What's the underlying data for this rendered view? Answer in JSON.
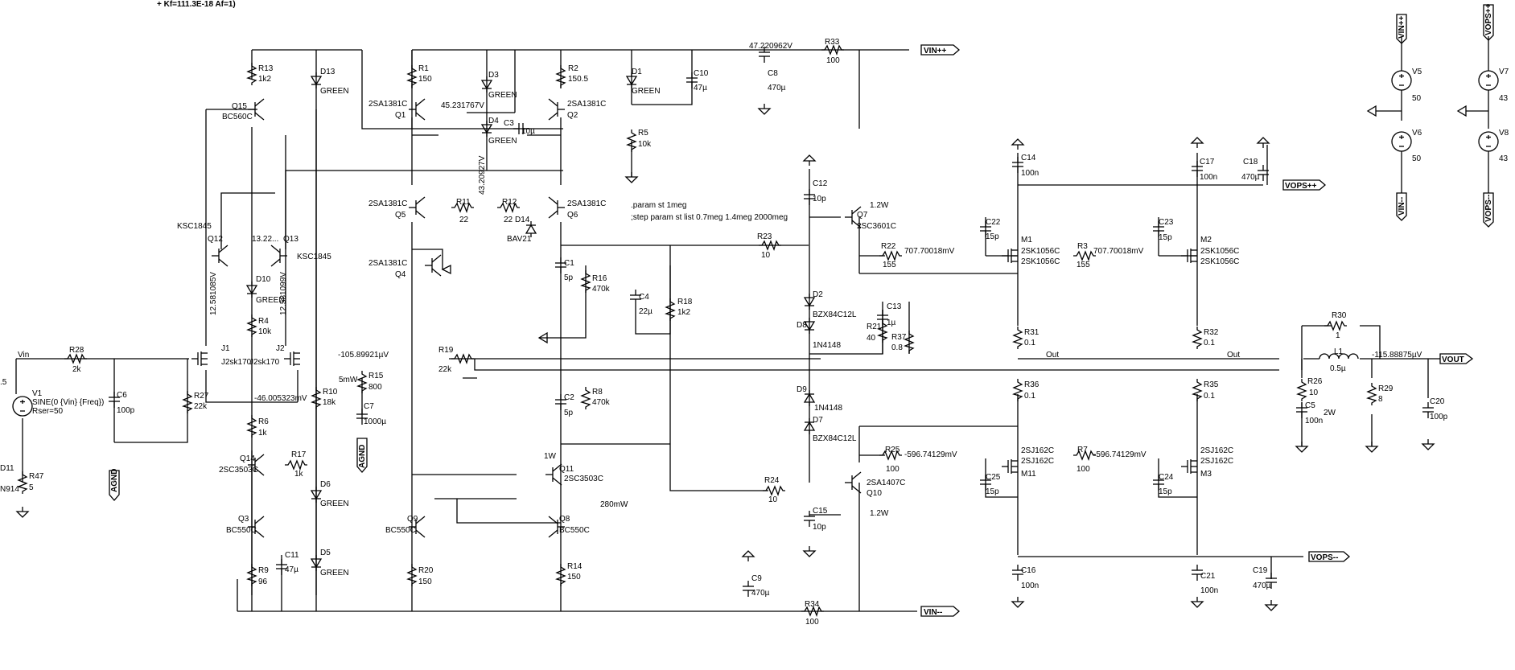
{
  "header": {
    "model_line": "+ Kf=111.3E-18 Af=1)"
  },
  "directives": [
    ".param st 1meg",
    ";step param st list 0.7meg  1.4meg 2000meg"
  ],
  "nets": {
    "vinpp": "VIN++",
    "vinmm": "VIN--",
    "vopspp": "VOPS++",
    "vopsmm": "VOPS--",
    "vout": "VOUT",
    "agnd": "AGND",
    "vin": "Vin",
    "out": "Out"
  },
  "probes": {
    "rail": "47.220962V",
    "q1node": "45.231767V",
    "q2node": "43.20927V",
    "m1gate": "707.70018mV",
    "m2gate": "707.70018mV",
    "m11gate": "-596.74129mV",
    "m3gate": "-596.74129mV",
    "input": "-105.89921µV",
    "output": "-115.88875µV",
    "j1": "12.581085V",
    "j2": "12.581099V",
    "q13": "13.22...",
    "src": "-46.005323mV",
    "pwr5mw": "5mW",
    "pwr1w": "1W",
    "pwr280": "280mW",
    "pwrq7": "1.2W",
    "pwrq10": "1.2W",
    "pwrr26": "2W"
  },
  "sources": {
    "v1": "V1",
    "v1_expr": "SINE(0 {Vin} {Freq})",
    "v1_rser": "Rser=50",
    "v5": "V5",
    "v5v": "50",
    "v6": "V6",
    "v6v": "50",
    "v7": "V7",
    "v7v": "43",
    "v8": "V8",
    "v8v": "43",
    "edge_left": ".5",
    "edge_d11": "D11",
    "edge_n914": "N914"
  },
  "components": {
    "r13": "R13",
    "r13v": "1k2",
    "d13": "D13",
    "d13v": "GREEN",
    "q15": "Q15",
    "q15v": "BC560C",
    "r1": "R1",
    "r1v": "150",
    "q1": "Q1",
    "q1v": "2SA1381C",
    "d3": "D3",
    "d3v": "GREEN",
    "d4": "D4",
    "d4v": "GREEN",
    "c3": "C3",
    "c3v": "10µ",
    "r2": "R2",
    "r2v": "150.5",
    "q2": "Q2",
    "q2v": "2SA1381C",
    "d1": "D1",
    "d1v": "GREEN",
    "c10": "C10",
    "c10v": "47µ",
    "r5": "R5",
    "r5v": "10k",
    "c8": "C8",
    "c8v": "470µ",
    "r33": "R33",
    "r33v": "100",
    "q5": "Q5",
    "q5v": "2SA1381C",
    "r11": "R11",
    "r11v": "22",
    "r12": "R12",
    "r12v": "22",
    "d14": "D14",
    "d14v": "BAV21",
    "q6": "Q6",
    "q6v": "2SA1381C",
    "q4": "Q4",
    "q4v": "2SA1381C",
    "q12": "Q12",
    "q12v": "KSC1845",
    "q13n": "Q13",
    "q13v": "KSC1845",
    "d10": "D10",
    "d10v": "GREEN",
    "r4": "R4",
    "r4v": "10k",
    "j1": "J1",
    "j1v": "J2sk170",
    "j2": "J2",
    "j2v": "J2sk170",
    "r28": "R28",
    "r28v": "2k",
    "c6": "C6",
    "c6v": "100p",
    "r27": "R27",
    "r27v": "22k",
    "r47": "R47",
    "r47v": "5",
    "r6": "R6",
    "r6v": "1k",
    "r15": "R15",
    "r15v": "800",
    "c7": "C7",
    "c7v": "1000µ",
    "r10": "R10",
    "r10v": "18k",
    "r19": "R19",
    "r19v": "22k",
    "c1": "C1",
    "c1v": "5p",
    "r16": "R16",
    "r16v": "470k",
    "c4": "C4",
    "c4v": "22µ",
    "r18": "R18",
    "r18v": "1k2",
    "r8": "R8",
    "r8v": "470k",
    "c2": "C2",
    "c2v": "5p",
    "r23": "R23",
    "r23v": "10",
    "c12": "C12",
    "c12v": "10p",
    "q7": "Q7",
    "q7v": "2SC3601C",
    "r22": "R22",
    "r22v": "155",
    "d2": "D2",
    "d2v": "BZX84C12L",
    "d8": "D8",
    "d8v": "1N4148",
    "c13": "C13",
    "c13v": "1µ",
    "r21": "R21",
    "r21v": "40",
    "r37": "R37",
    "r37v": "0.8",
    "d9": "D9",
    "d9v": "1N4148",
    "d7": "D7",
    "d7v": "BZX84C12L",
    "r25": "R25",
    "r25v": "100",
    "r24": "R24",
    "r24v": "10",
    "q10": "Q10",
    "q10v": "2SA1407C",
    "c15": "C15",
    "c15v": "10p",
    "c9": "C9",
    "c9v": "470µ",
    "r34": "R34",
    "r34v": "100",
    "q14": "Q14",
    "q14v": "2SC3503C",
    "r17": "R17",
    "r17v": "1k",
    "d6": "D6",
    "d6v": "GREEN",
    "q3": "Q3",
    "q3v": "BC550C",
    "c11": "C11",
    "c11v": "47µ",
    "d5": "D5",
    "d5v": "GREEN",
    "r9": "R9",
    "r9v": "96",
    "q11": "Q11",
    "q11v": "2SC3503C",
    "q9": "Q9",
    "q9v": "BC550C",
    "q8": "Q8",
    "q8v": "BC550C",
    "r20": "R20",
    "r20v": "150",
    "r14": "R14",
    "r14v": "150",
    "c14": "C14",
    "c14v": "100n",
    "c22": "C22",
    "c22v": "15p",
    "m1": "M1",
    "m1v": "2SK1056C",
    "r3": "R3",
    "r3v": "155",
    "c17": "C17",
    "c17v": "100n",
    "c18": "C18",
    "c18v": "470µ",
    "c23": "C23",
    "c23v": "15p",
    "m2": "M2",
    "m2v": "2SK1056C",
    "r31": "R31",
    "r31v": "0.1",
    "r32": "R32",
    "r32v": "0.1",
    "r36": "R36",
    "r36v": "0.1",
    "r35": "R35",
    "r35v": "0.1",
    "m11": "M11",
    "m11v": "2SJ162C",
    "r7": "R7",
    "r7v": "100",
    "m3": "M3",
    "m3v": "2SJ162C",
    "c25": "C25",
    "c25v": "15p",
    "c24": "C24",
    "c24v": "15p",
    "c16": "C16",
    "c16v": "100n",
    "c21": "C21",
    "c21v": "100n",
    "c19": "C19",
    "c19v": "470µ",
    "r30": "R30",
    "r30v": "1",
    "l1": "L1",
    "l1v": "0.5µ",
    "r26": "R26",
    "r26v": "10",
    "c5": "C5",
    "c5v": "100n",
    "r29": "R29",
    "r29v": "8",
    "c20": "C20",
    "c20v": "100p"
  }
}
